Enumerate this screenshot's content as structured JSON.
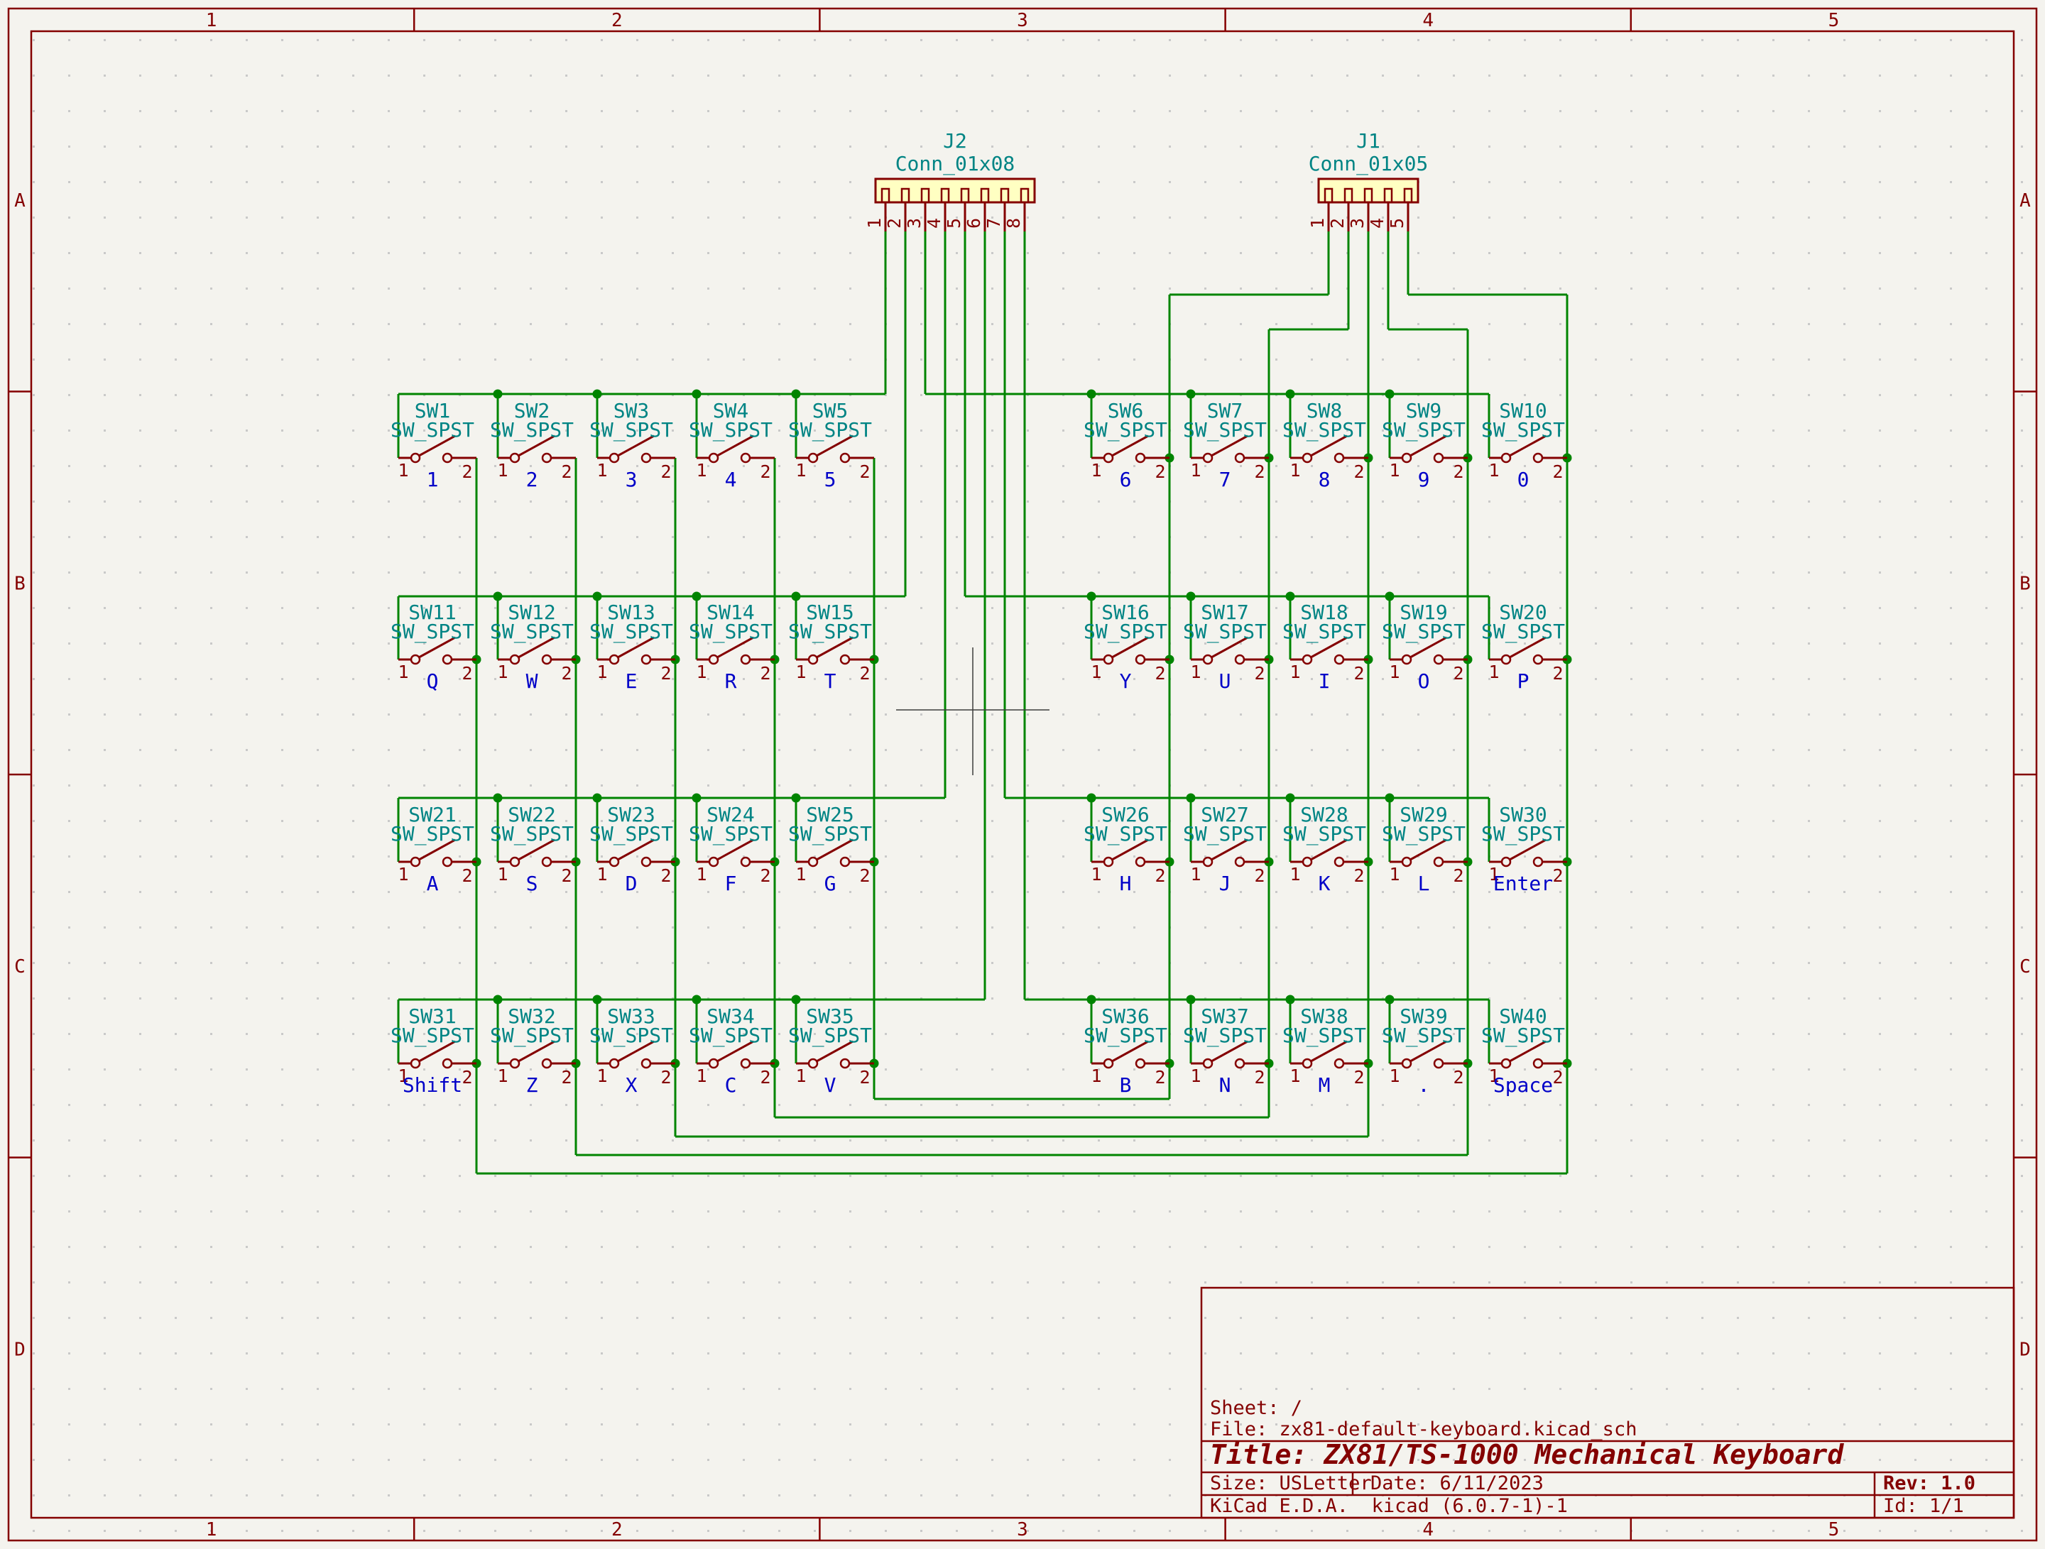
{
  "colors": {
    "background": "#F4F3EE",
    "grid_dot": "#C9C9C9",
    "wire": "#008400",
    "symbol": "#840000",
    "field_teal": "#008484",
    "key_blue": "#0000C8",
    "frame": "#840000",
    "connector_fill": "#FFFFC2",
    "cursor": "#3C3C3C"
  },
  "frame": {
    "column_labels": [
      "1",
      "2",
      "3",
      "4",
      "5"
    ],
    "row_labels": [
      "A",
      "B",
      "C",
      "D"
    ]
  },
  "connectors": [
    {
      "ref": "J2",
      "value": "Conn_01x08",
      "pins": [
        "1",
        "2",
        "3",
        "4",
        "5",
        "6",
        "7",
        "8"
      ]
    },
    {
      "ref": "J1",
      "value": "Conn_01x05",
      "pins": [
        "1",
        "2",
        "3",
        "4",
        "5"
      ]
    }
  ],
  "switch_value": "SW_SPST",
  "switch_pin_numbers": [
    "1",
    "2"
  ],
  "switches": [
    {
      "ref": "SW1",
      "key": "1"
    },
    {
      "ref": "SW2",
      "key": "2"
    },
    {
      "ref": "SW3",
      "key": "3"
    },
    {
      "ref": "SW4",
      "key": "4"
    },
    {
      "ref": "SW5",
      "key": "5"
    },
    {
      "ref": "SW6",
      "key": "6"
    },
    {
      "ref": "SW7",
      "key": "7"
    },
    {
      "ref": "SW8",
      "key": "8"
    },
    {
      "ref": "SW9",
      "key": "9"
    },
    {
      "ref": "SW10",
      "key": "0"
    },
    {
      "ref": "SW11",
      "key": "Q"
    },
    {
      "ref": "SW12",
      "key": "W"
    },
    {
      "ref": "SW13",
      "key": "E"
    },
    {
      "ref": "SW14",
      "key": "R"
    },
    {
      "ref": "SW15",
      "key": "T"
    },
    {
      "ref": "SW16",
      "key": "Y"
    },
    {
      "ref": "SW17",
      "key": "U"
    },
    {
      "ref": "SW18",
      "key": "I"
    },
    {
      "ref": "SW19",
      "key": "O"
    },
    {
      "ref": "SW20",
      "key": "P"
    },
    {
      "ref": "SW21",
      "key": "A"
    },
    {
      "ref": "SW22",
      "key": "S"
    },
    {
      "ref": "SW23",
      "key": "D"
    },
    {
      "ref": "SW24",
      "key": "F"
    },
    {
      "ref": "SW25",
      "key": "G"
    },
    {
      "ref": "SW26",
      "key": "H"
    },
    {
      "ref": "SW27",
      "key": "J"
    },
    {
      "ref": "SW28",
      "key": "K"
    },
    {
      "ref": "SW29",
      "key": "L"
    },
    {
      "ref": "SW30",
      "key": "Enter"
    },
    {
      "ref": "SW31",
      "key": "Shift"
    },
    {
      "ref": "SW32",
      "key": "Z"
    },
    {
      "ref": "SW33",
      "key": "X"
    },
    {
      "ref": "SW34",
      "key": "C"
    },
    {
      "ref": "SW35",
      "key": "V"
    },
    {
      "ref": "SW36",
      "key": "B"
    },
    {
      "ref": "SW37",
      "key": "N"
    },
    {
      "ref": "SW38",
      "key": "M"
    },
    {
      "ref": "SW39",
      "key": "."
    },
    {
      "ref": "SW40",
      "key": "Space"
    }
  ],
  "title_block": {
    "sheet": "Sheet: /",
    "file": "File: zx81-default-keyboard.kicad_sch",
    "title": "Title: ZX81/TS-1000 Mechanical Keyboard",
    "size": "Size: USLetter",
    "date": "Date: 6/11/2023",
    "rev": "Rev: 1.0",
    "generator": "KiCad E.D.A.  kicad (6.0.7-1)-1",
    "id": "Id: 1/1"
  }
}
